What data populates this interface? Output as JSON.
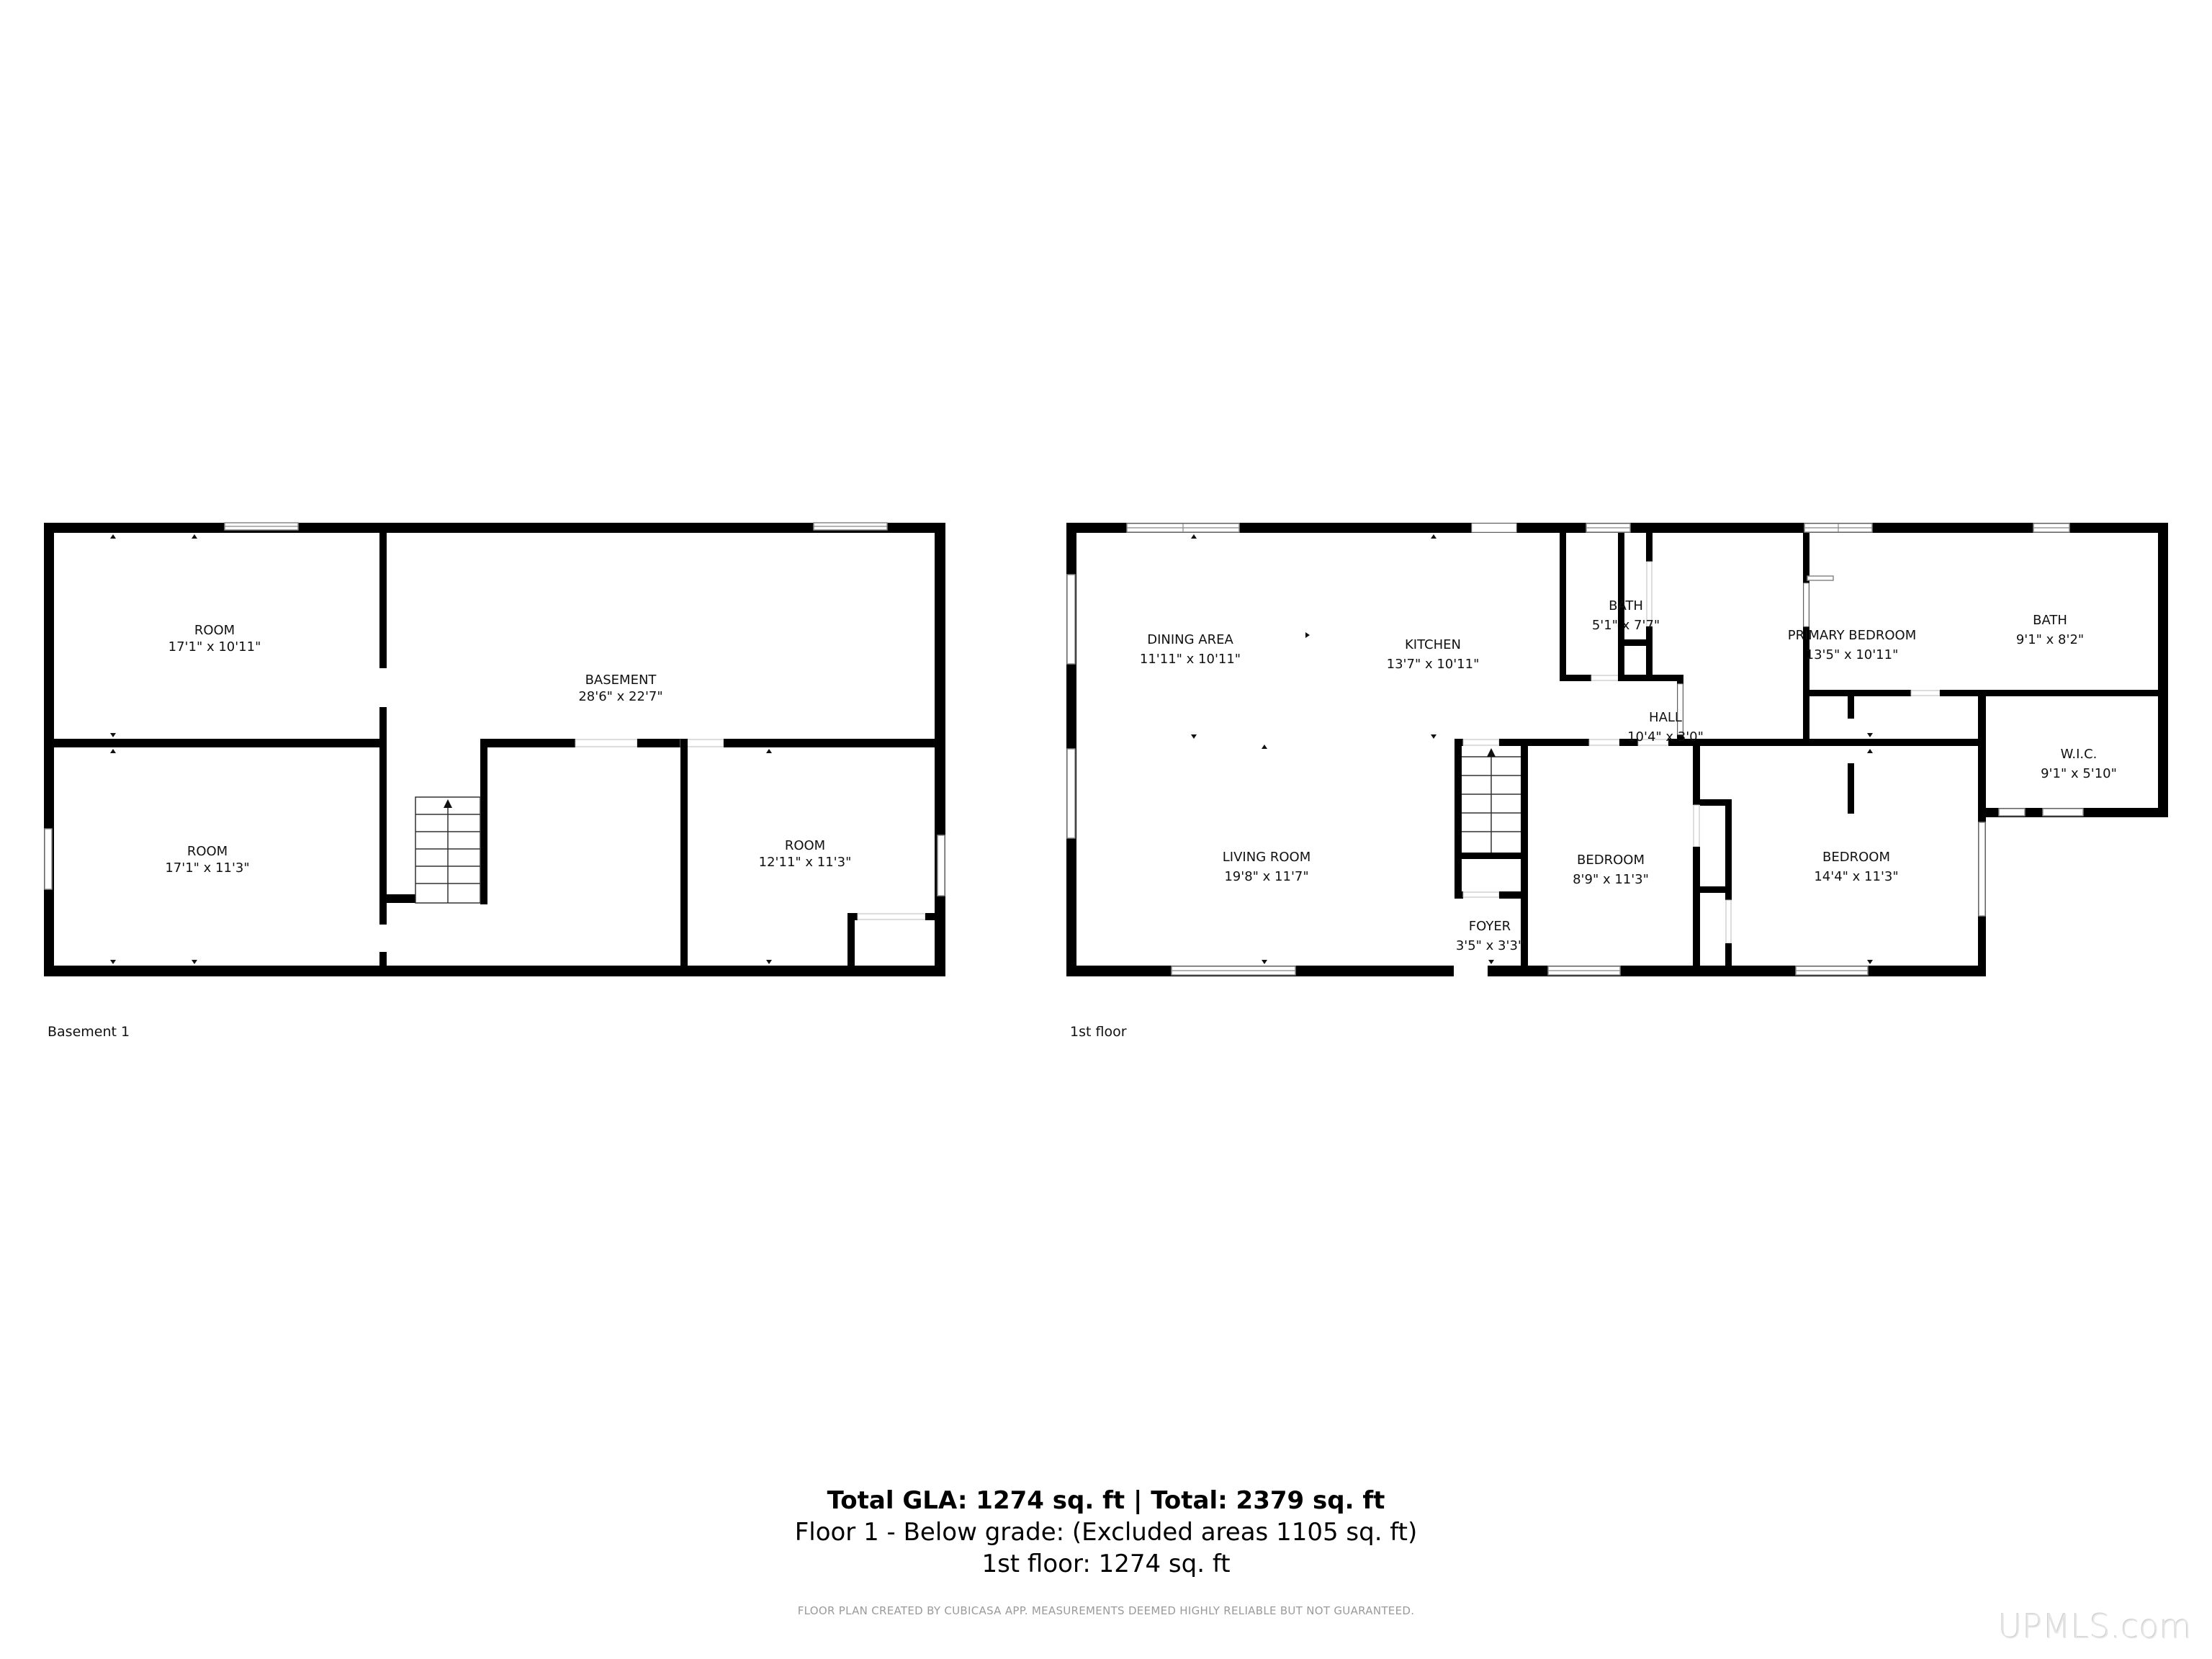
{
  "floors": [
    {
      "label": "Basement 1",
      "rooms": [
        {
          "name": "ROOM",
          "dims": "17'1\" x 10'11\""
        },
        {
          "name": "BASEMENT",
          "dims": "28'6\" x 22'7\""
        },
        {
          "name": "ROOM",
          "dims": "17'1\" x 11'3\""
        },
        {
          "name": "ROOM",
          "dims": "12'11\" x 11'3\""
        }
      ]
    },
    {
      "label": "1st floor",
      "rooms": [
        {
          "name": "DINING AREA",
          "dims": "11'11\" x 10'11\""
        },
        {
          "name": "KITCHEN",
          "dims": "13'7\" x 10'11\""
        },
        {
          "name": "BATH",
          "dims": "5'1\" x 7'7\""
        },
        {
          "name": "PRIMARY BEDROOM",
          "dims": "13'5\" x 10'11\""
        },
        {
          "name": "BATH",
          "dims": "9'1\" x 8'2\""
        },
        {
          "name": "HALL",
          "dims": "10'4\" x 3'0\""
        },
        {
          "name": "W.I.C.",
          "dims": "9'1\" x 5'10\""
        },
        {
          "name": "LIVING ROOM",
          "dims": "19'8\" x 11'7\""
        },
        {
          "name": "BEDROOM",
          "dims": "8'9\" x 11'3\""
        },
        {
          "name": "BEDROOM",
          "dims": "14'4\" x 11'3\""
        },
        {
          "name": "FOYER",
          "dims": "3'5\" x 3'3\""
        }
      ]
    }
  ],
  "summary": {
    "total_line": "Total GLA: 1274 sq. ft | Total: 2379 sq. ft",
    "below_grade_line": "Floor 1 - Below grade: (Excluded areas 1105 sq. ft)",
    "first_floor_line": "1st floor: 1274 sq. ft"
  },
  "disclaimer": "FLOOR PLAN CREATED BY CUBICASA APP. MEASUREMENTS DEEMED HIGHLY RELIABLE BUT NOT GUARANTEED.",
  "watermark": "UPMLS.com"
}
